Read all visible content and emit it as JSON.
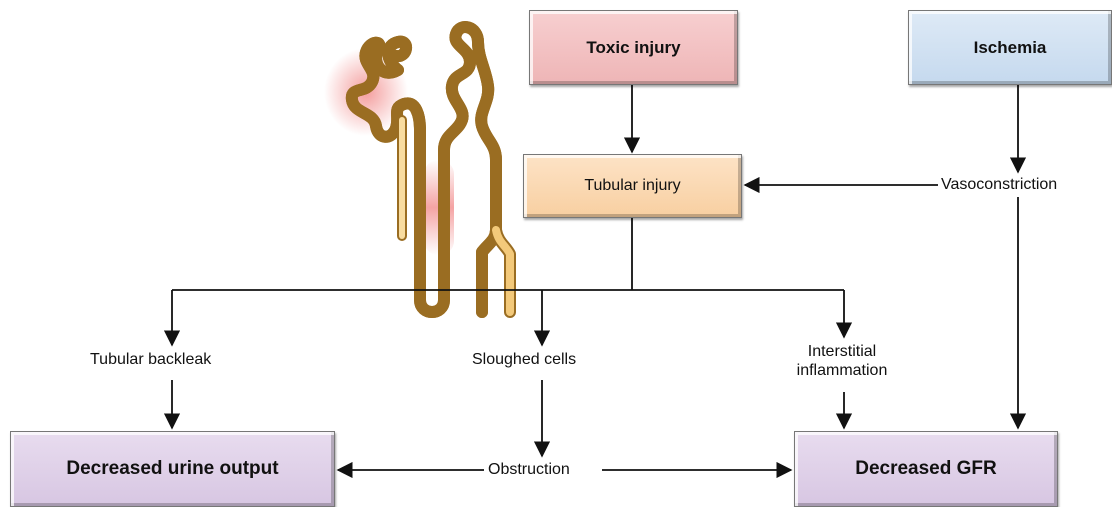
{
  "nodes": {
    "toxic_injury": "Toxic injury",
    "ischemia": "Ischemia",
    "tubular_injury": "Tubular injury",
    "vasoconstriction": "Vasoconstriction",
    "tubular_backleak": "Tubular backleak",
    "sloughed_cells": "Sloughed cells",
    "interstitial_inflammation": "Interstitial inflammation",
    "obstruction": "Obstruction",
    "decreased_urine_output": "Decreased urine output",
    "decreased_gfr": "Decreased GFR"
  },
  "colors": {
    "toxic": "#f2c0c1",
    "ischemia": "#d2e2f2",
    "tubular": "#fbd9b4",
    "outcome": "#dfd1e8",
    "tubule": "#f3c97a",
    "injury_glow": "#f28a8a",
    "arrow": "#111111"
  },
  "icons": [
    "nephron-tubule-illustration"
  ]
}
